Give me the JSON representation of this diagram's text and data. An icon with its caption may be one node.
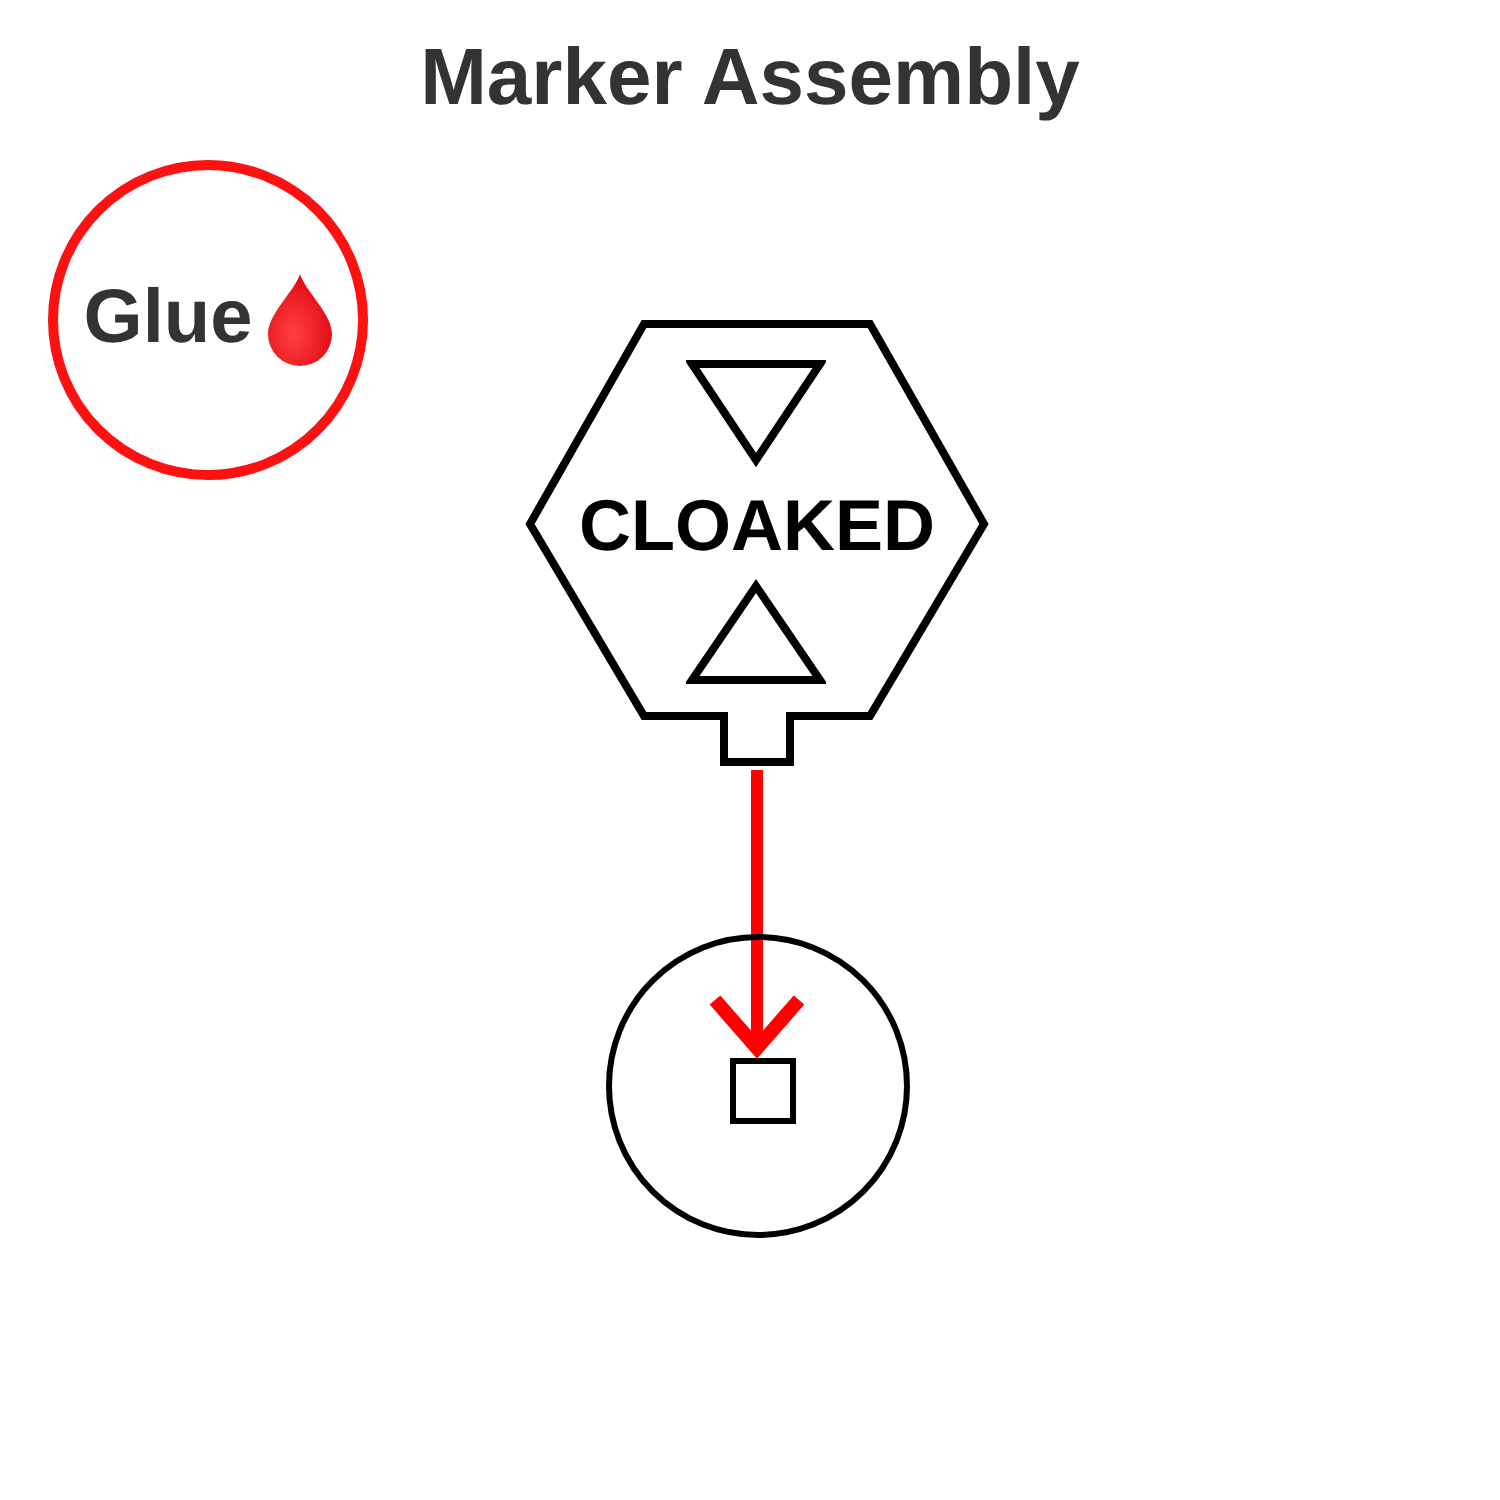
{
  "diagram": {
    "title": "Marker Assembly",
    "nodes": [
      {
        "text": [
          "Glue"
        ]
      },
      {
        "text": [
          "CLOAKED"
        ]
      },
      {
        "text": [],
        "shape": "circle"
      },
      {
        "text": [],
        "shape": "box",
        "in": 2
      }
    ],
    "edges": [
      {
        "from": 1,
        "to": 3,
        "arrow": "to",
        "color": "#ff0000"
      }
    ]
  }
}
